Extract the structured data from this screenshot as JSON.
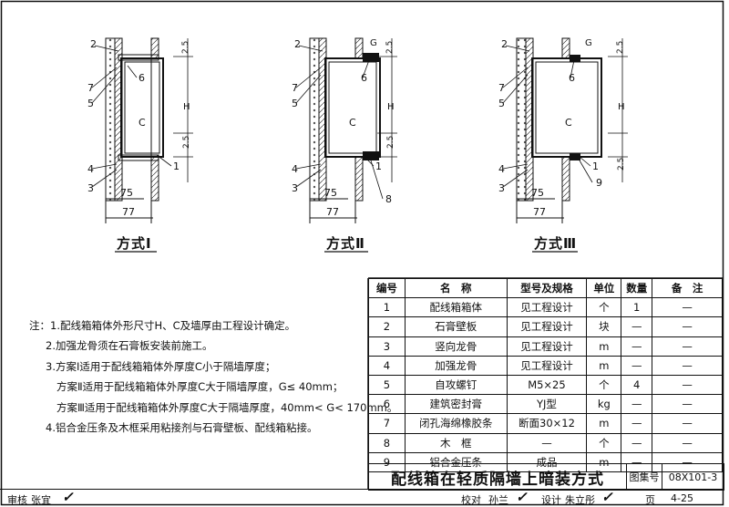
{
  "diagrams": [
    {
      "caption": "方式Ⅰ",
      "labels": [
        "2",
        "7",
        "5",
        "4",
        "3",
        "6",
        "C",
        "1"
      ],
      "dims": [
        "2.5",
        "H",
        "2.5",
        "75",
        "77"
      ]
    },
    {
      "caption": "方式Ⅱ",
      "labels": [
        "2",
        "7",
        "5",
        "4",
        "3",
        "6",
        "C",
        "1",
        "8",
        "G"
      ],
      "dims": [
        "2.5",
        "H",
        "2.5",
        "75",
        "77"
      ]
    },
    {
      "caption": "方式Ⅲ",
      "labels": [
        "2",
        "7",
        "5",
        "4",
        "3",
        "6",
        "C",
        "1",
        "9",
        "G"
      ],
      "dims": [
        "2.5",
        "H",
        "2.5",
        "75",
        "77"
      ]
    }
  ],
  "notes": [
    "注：1.配线箱箱体外形尺寸H、C及墙厚由工程设计确定。",
    "2.加强龙骨须在石膏板安装前施工。",
    "3.方案Ⅰ适用于配线箱箱体外厚度C小于隔墙厚度；",
    "方案Ⅱ适用于配线箱箱体外厚度C大于隔墙厚度，G≤ 40mm；",
    "方案Ⅲ适用于配线箱箱体外厚度C大于隔墙厚度，40mm< G< 170mm。",
    "4.铝合金压条及木框采用粘接剂与石膏壁板、配线箱粘接。"
  ],
  "table": {
    "headers": [
      "编号",
      "名　称",
      "型号及规格",
      "单位",
      "数量",
      "备　注"
    ],
    "rows": [
      [
        "1",
        "配线箱箱体",
        "见工程设计",
        "个",
        "1",
        "—"
      ],
      [
        "2",
        "石膏壁板",
        "见工程设计",
        "块",
        "—",
        "—"
      ],
      [
        "3",
        "竖向龙骨",
        "见工程设计",
        "m",
        "—",
        "—"
      ],
      [
        "4",
        "加强龙骨",
        "见工程设计",
        "m",
        "—",
        "—"
      ],
      [
        "5",
        "自攻螺钉",
        "M5×25",
        "个",
        "4",
        "—"
      ],
      [
        "6",
        "建筑密封膏",
        "YJ型",
        "kg",
        "—",
        "—"
      ],
      [
        "7",
        "闭孔海绵橡胶条",
        "断面30×12",
        "m",
        "—",
        "—"
      ],
      [
        "8",
        "木　框",
        "—",
        "个",
        "—",
        "—"
      ],
      [
        "9",
        "铝合金压条",
        "成品",
        "m",
        "—",
        "—"
      ]
    ]
  },
  "title_block": {
    "title": "配线箱在轻质隔墙上暗装方式",
    "atlas_label": "图集号",
    "atlas_no": "08X101-3",
    "page_label": "页",
    "page_no": "4-25",
    "review_label": "审核",
    "reviewer": "张宜",
    "check_label": "校对",
    "checker": "孙兰",
    "design_label": "设计",
    "designer": "朱立彤"
  }
}
